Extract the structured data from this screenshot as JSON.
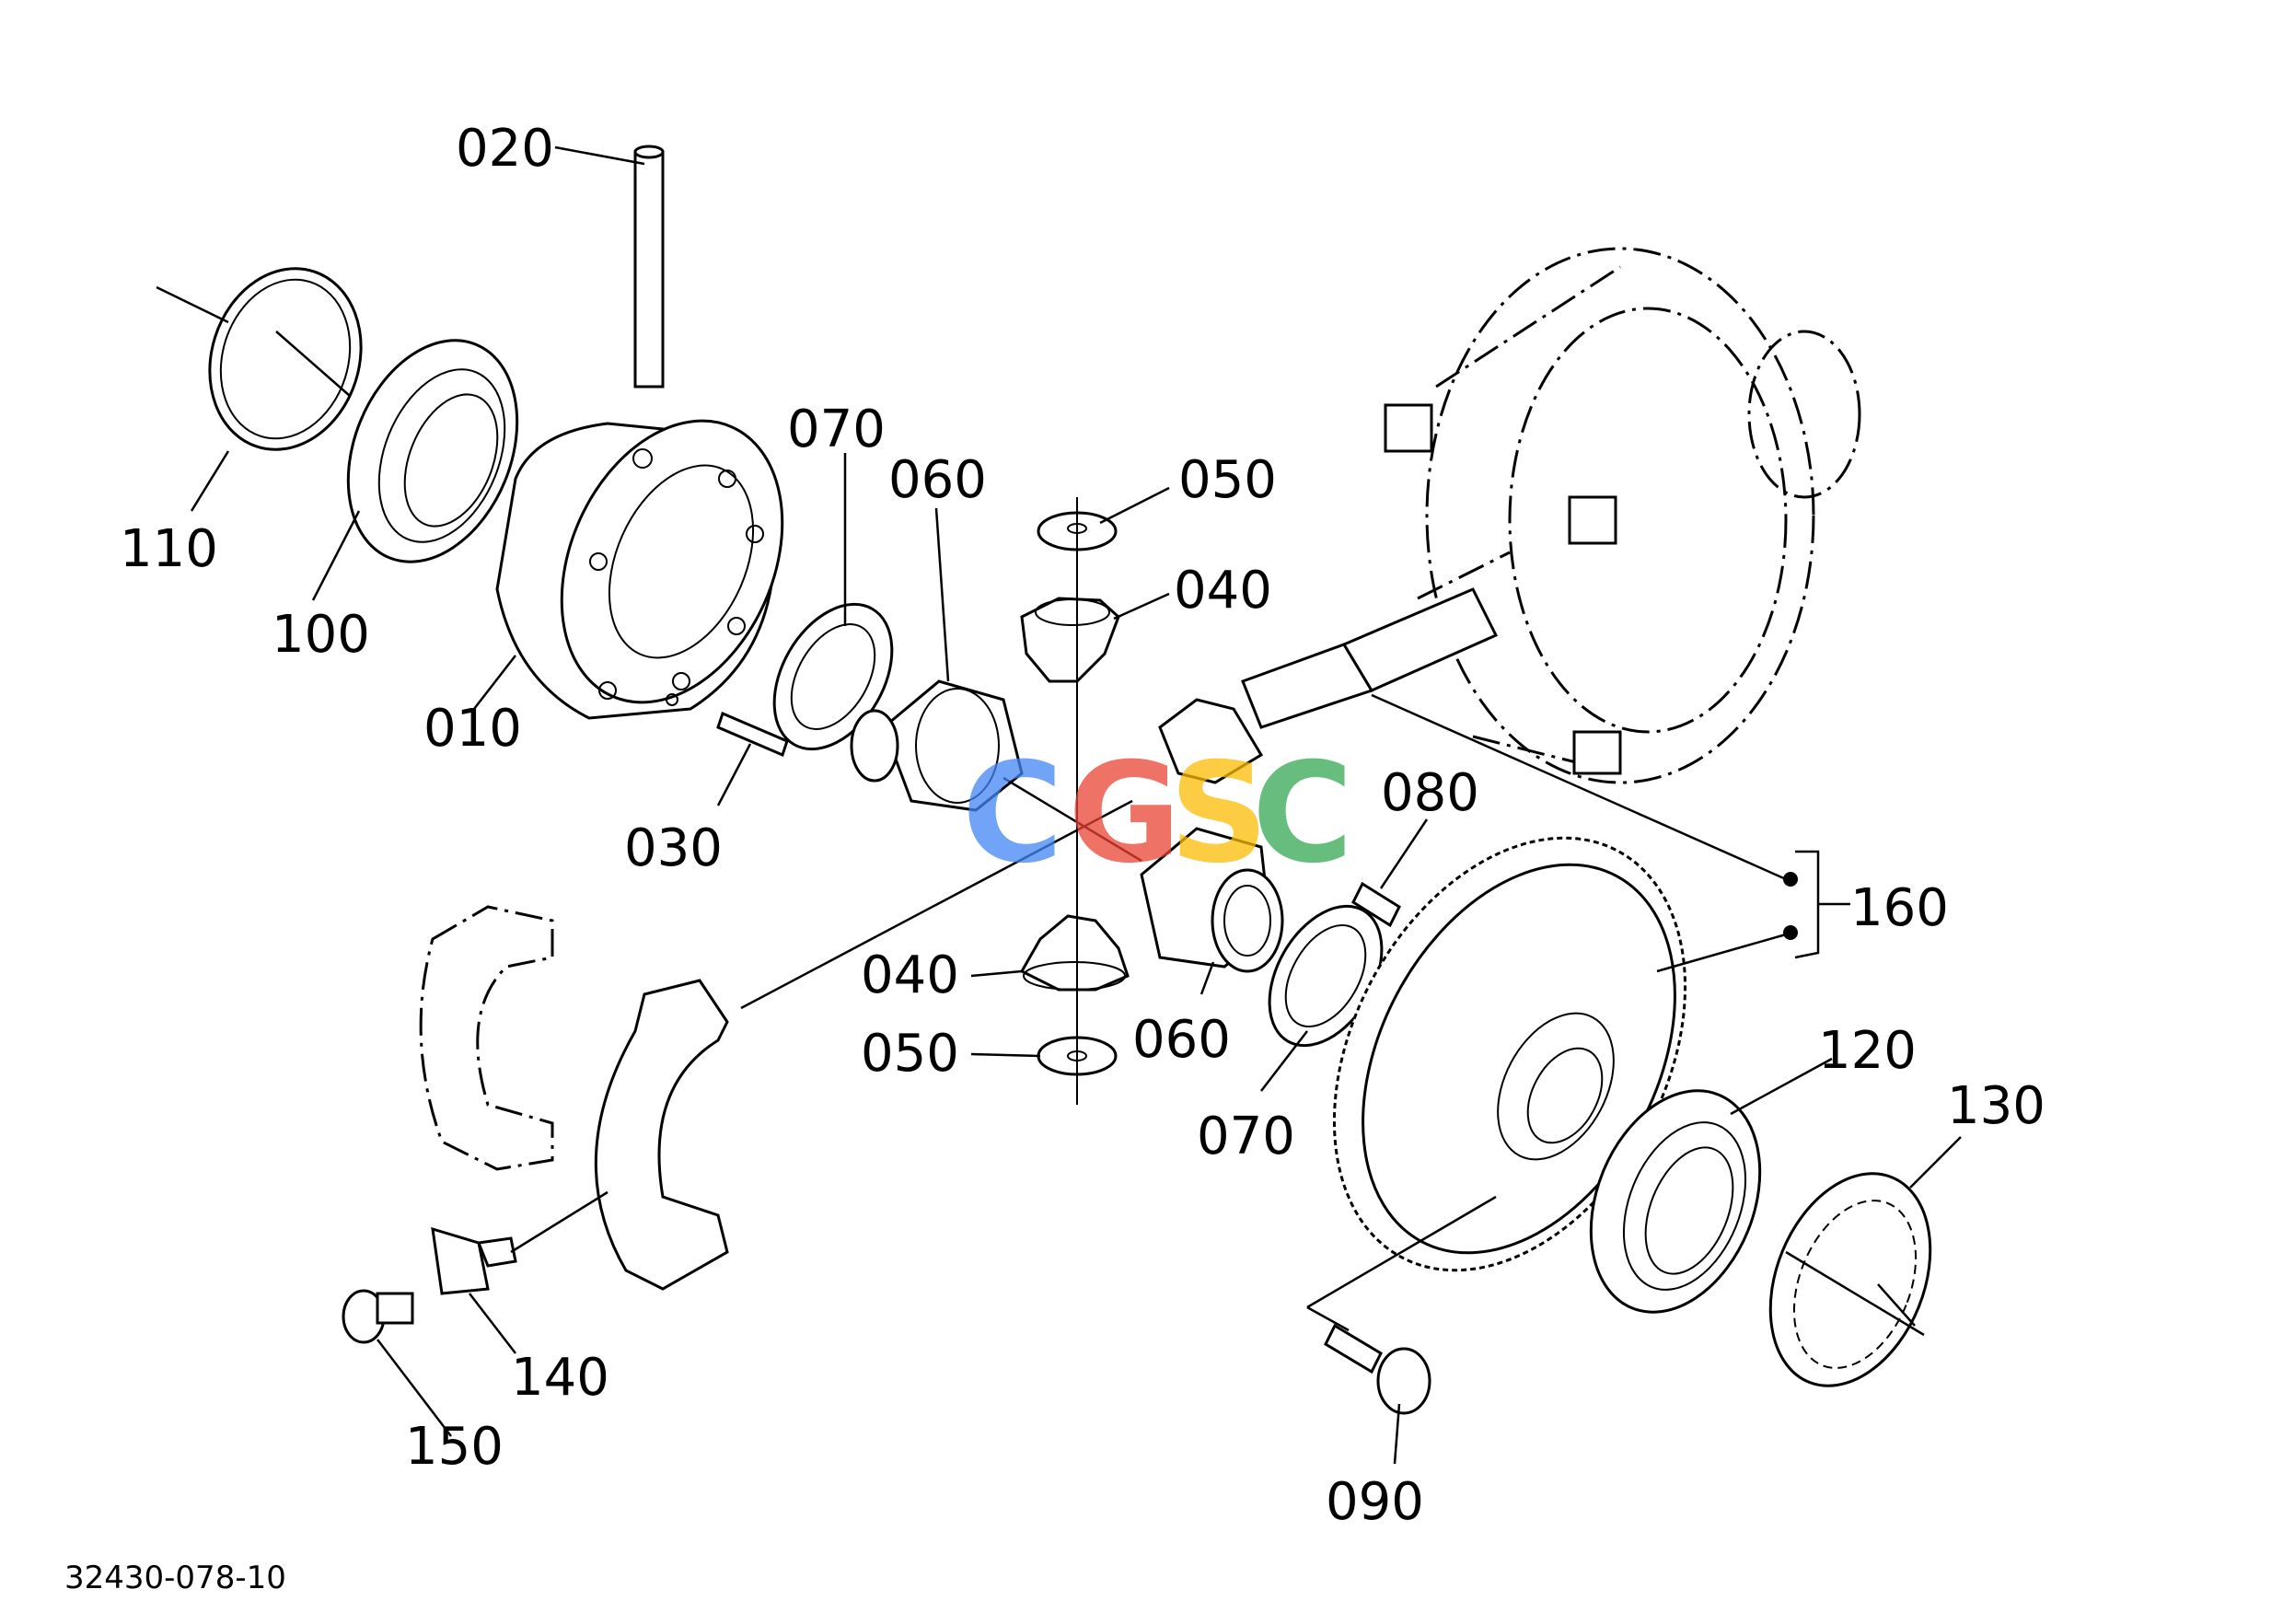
{
  "figure_code": "32430-078-10",
  "parts": [
    {
      "id": "p010",
      "label": "010"
    },
    {
      "id": "p020",
      "label": "020"
    },
    {
      "id": "p030",
      "label": "030"
    },
    {
      "id": "p040a",
      "label": "040"
    },
    {
      "id": "p040b",
      "label": "040"
    },
    {
      "id": "p050a",
      "label": "050"
    },
    {
      "id": "p050b",
      "label": "050"
    },
    {
      "id": "p060a",
      "label": "060"
    },
    {
      "id": "p060b",
      "label": "060"
    },
    {
      "id": "p070a",
      "label": "070"
    },
    {
      "id": "p070b",
      "label": "070"
    },
    {
      "id": "p080",
      "label": "080"
    },
    {
      "id": "p090",
      "label": "090"
    },
    {
      "id": "p100",
      "label": "100"
    },
    {
      "id": "p110",
      "label": "110"
    },
    {
      "id": "p120",
      "label": "120"
    },
    {
      "id": "p130",
      "label": "130"
    },
    {
      "id": "p140",
      "label": "140"
    },
    {
      "id": "p150",
      "label": "150"
    },
    {
      "id": "p160",
      "label": "160"
    }
  ],
  "watermark": {
    "letters": [
      "C",
      "G",
      "S",
      "C"
    ],
    "colors": [
      "#4285F4",
      "#EA4335",
      "#FBBC05",
      "#34A853"
    ]
  }
}
